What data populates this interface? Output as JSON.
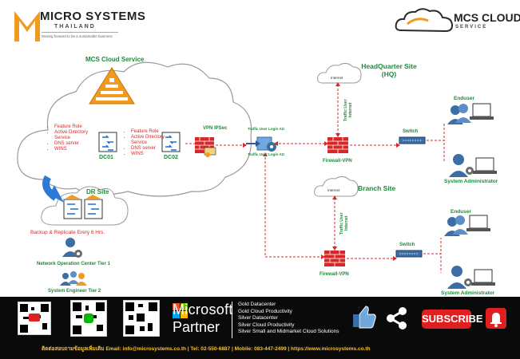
{
  "header": {
    "brand_name": "MICRO SYSTEMS",
    "brand_sub": "THAILAND",
    "tagline": "Moving forward to be a sustainable business",
    "cloud_brand": "MCS CLOUD",
    "cloud_brand_sub": "SERVICE"
  },
  "cloud": {
    "title": "MCS Cloud Service",
    "dc1": {
      "name": "DC01",
      "roles": [
        "Feature Role",
        "Active Directory Service",
        "DNS server",
        "WINS"
      ]
    },
    "dc2": {
      "name": "DC02",
      "roles": [
        "Feature Role",
        "Active Directory Service",
        "DNS server",
        "WINS"
      ]
    },
    "vpn_label": "VPN IPSec"
  },
  "dr": {
    "title": "DR Site",
    "backup_label": "Backup & Replicate Erery 6 Hrs.",
    "noc_label": "Network Operation Center Tier 1",
    "engineer_label": "System Engineer Tier 2"
  },
  "center": {
    "top_label": "Traffic User Login AD",
    "bottom_label": "Traffic User Login AD"
  },
  "hq": {
    "title_line1": "HeadQuarter Site",
    "title_line2": "(HQ)",
    "internet_label": "Internet",
    "traffic_label": "Traffic User Internet",
    "firewall_label": "Firewall-VPN",
    "switch_label": "Switch",
    "enduser_label": "Enduser",
    "admin_label": "System Administrator"
  },
  "branch": {
    "title": "Branch Site",
    "internet_label": "Internet",
    "traffic_label": "Traffic User Internet",
    "firewall_label": "Firewall-VPN",
    "switch_label": "Switch",
    "enduser_label": "Enduser",
    "admin_label": "System Administrator"
  },
  "footer": {
    "ms_name_1": "Microsoft",
    "ms_name_2": "Partner",
    "competencies": [
      "Gold Datacenter",
      "Gold Cloud Productivity",
      "Silver Datacenter",
      "Silver Cloud Productivity",
      "Silver Small and Midmarket Cloud Solutions"
    ],
    "subscribe": "SUBSCRIBE",
    "contact_line": "ติดต่อสอบถามข้อมูลเพิ่มเติม Email: info@microsystems.co.th | Tel: 02-550-6887 | Mobile: 083-447-2499 | https://www.microsystems.co.th"
  },
  "colors": {
    "accent_red": "#d62828",
    "label_green": "#1f8a3a",
    "brand_orange": "#f29a1e",
    "footer_bg": "#0a0a0a",
    "subscribe_red": "#e02020",
    "contact_yellow": "#f4c430"
  }
}
